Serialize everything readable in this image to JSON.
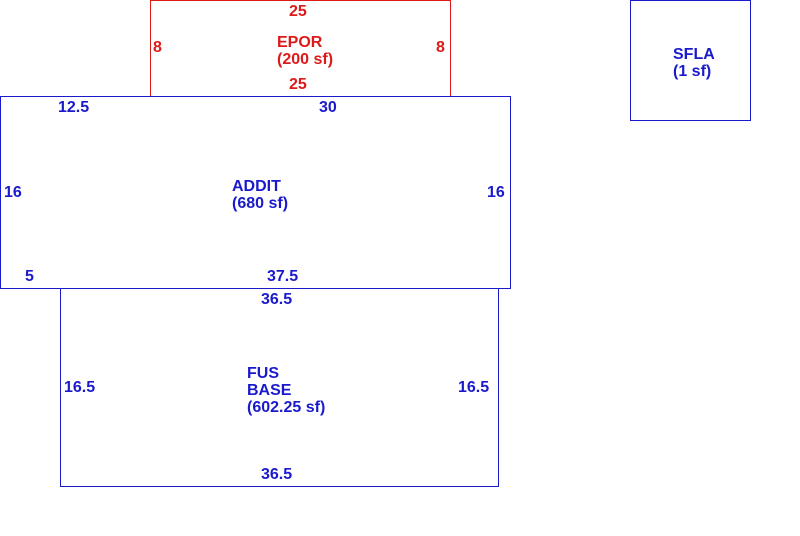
{
  "colors": {
    "blue": "#1a1acc",
    "red": "#dd1a1a"
  },
  "epor": {
    "name": "EPOR",
    "area": "(200 sf)",
    "top": "25",
    "bottom": "25",
    "left": "8",
    "right": "8"
  },
  "sfla": {
    "name": "SFLA",
    "area": "(1 sf)"
  },
  "addit": {
    "name": "ADDIT",
    "area": "(680 sf)",
    "top_left": "12.5",
    "top_right": "30",
    "left": "16",
    "right": "16",
    "bottom_left": "5",
    "bottom": "37.5"
  },
  "fus_base": {
    "name_line1": "FUS",
    "name_line2": "BASE",
    "area": "(602.25 sf)",
    "top": "36.5",
    "bottom": "36.5",
    "left": "16.5",
    "right": "16.5"
  }
}
